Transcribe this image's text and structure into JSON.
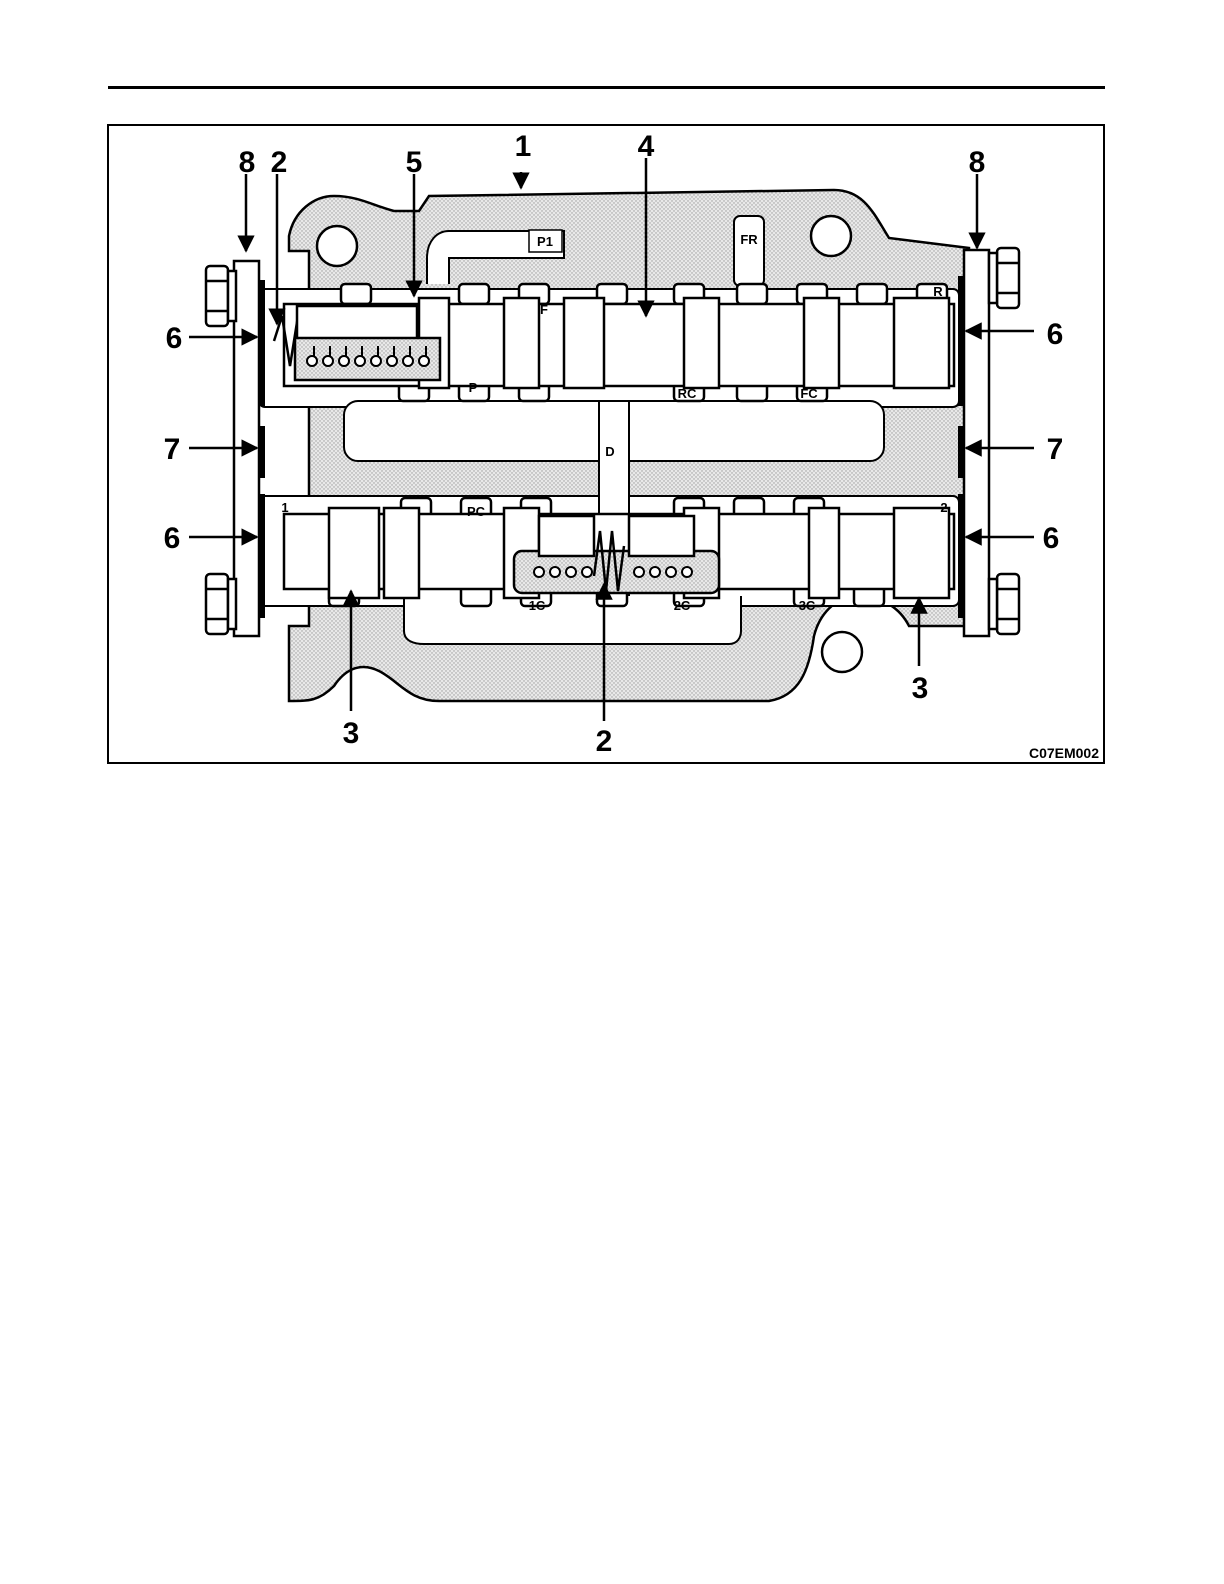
{
  "figure": {
    "code": "C07EM002",
    "colors": {
      "housing": "#e6e6e6",
      "line": "#000000",
      "spool": "#ffffff",
      "seal": "#000000"
    }
  },
  "callouts": {
    "housing": "1",
    "spring": "2",
    "spool": "3",
    "directional_spool": "4",
    "spring_guide": "5",
    "seal_plate": "6",
    "gasket": "7",
    "end_cover": "8"
  },
  "ports": {
    "p1": "P1",
    "fr": "FR",
    "f": "F",
    "r": "R",
    "p": "P",
    "rc": "RC",
    "fc": "FC",
    "d": "D",
    "one": "1",
    "two": "2",
    "pc": "PC",
    "c1": "1C",
    "c2": "2C",
    "c3": "3C"
  }
}
